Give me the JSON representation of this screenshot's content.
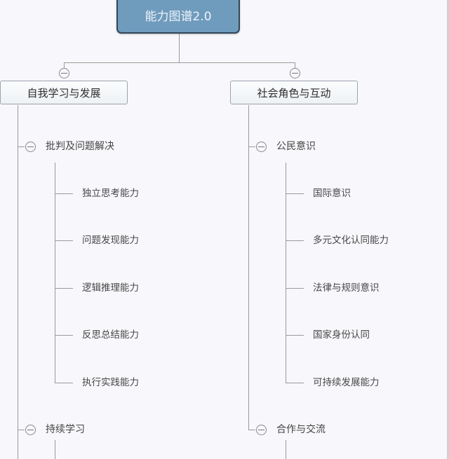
{
  "mindmap": {
    "root": {
      "label": "能力图谱2.0",
      "colors": {
        "fill": "#6f9bbd",
        "border": "#33475a",
        "text": "#eef4fa"
      }
    },
    "branches": [
      {
        "label": "自我学习与发展",
        "groups": [
          {
            "label": "批判及问题解决",
            "items": [
              "独立思考能力",
              "问题发现能力",
              "逻辑推理能力",
              "反思总结能力",
              "执行实践能力"
            ]
          },
          {
            "label": "持续学习",
            "items": []
          }
        ]
      },
      {
        "label": "社会角色与互动",
        "groups": [
          {
            "label": "公民意识",
            "items": [
              "国际意识",
              "多元文化认同能力",
              "法律与规则意识",
              "国家身份认同",
              "可持续发展能力"
            ]
          },
          {
            "label": "合作与交流",
            "items": []
          }
        ]
      }
    ]
  },
  "colors": {
    "background": "#f8f8fc",
    "connector": "#9a9a9a",
    "branch_border": "#9aa3ab"
  }
}
